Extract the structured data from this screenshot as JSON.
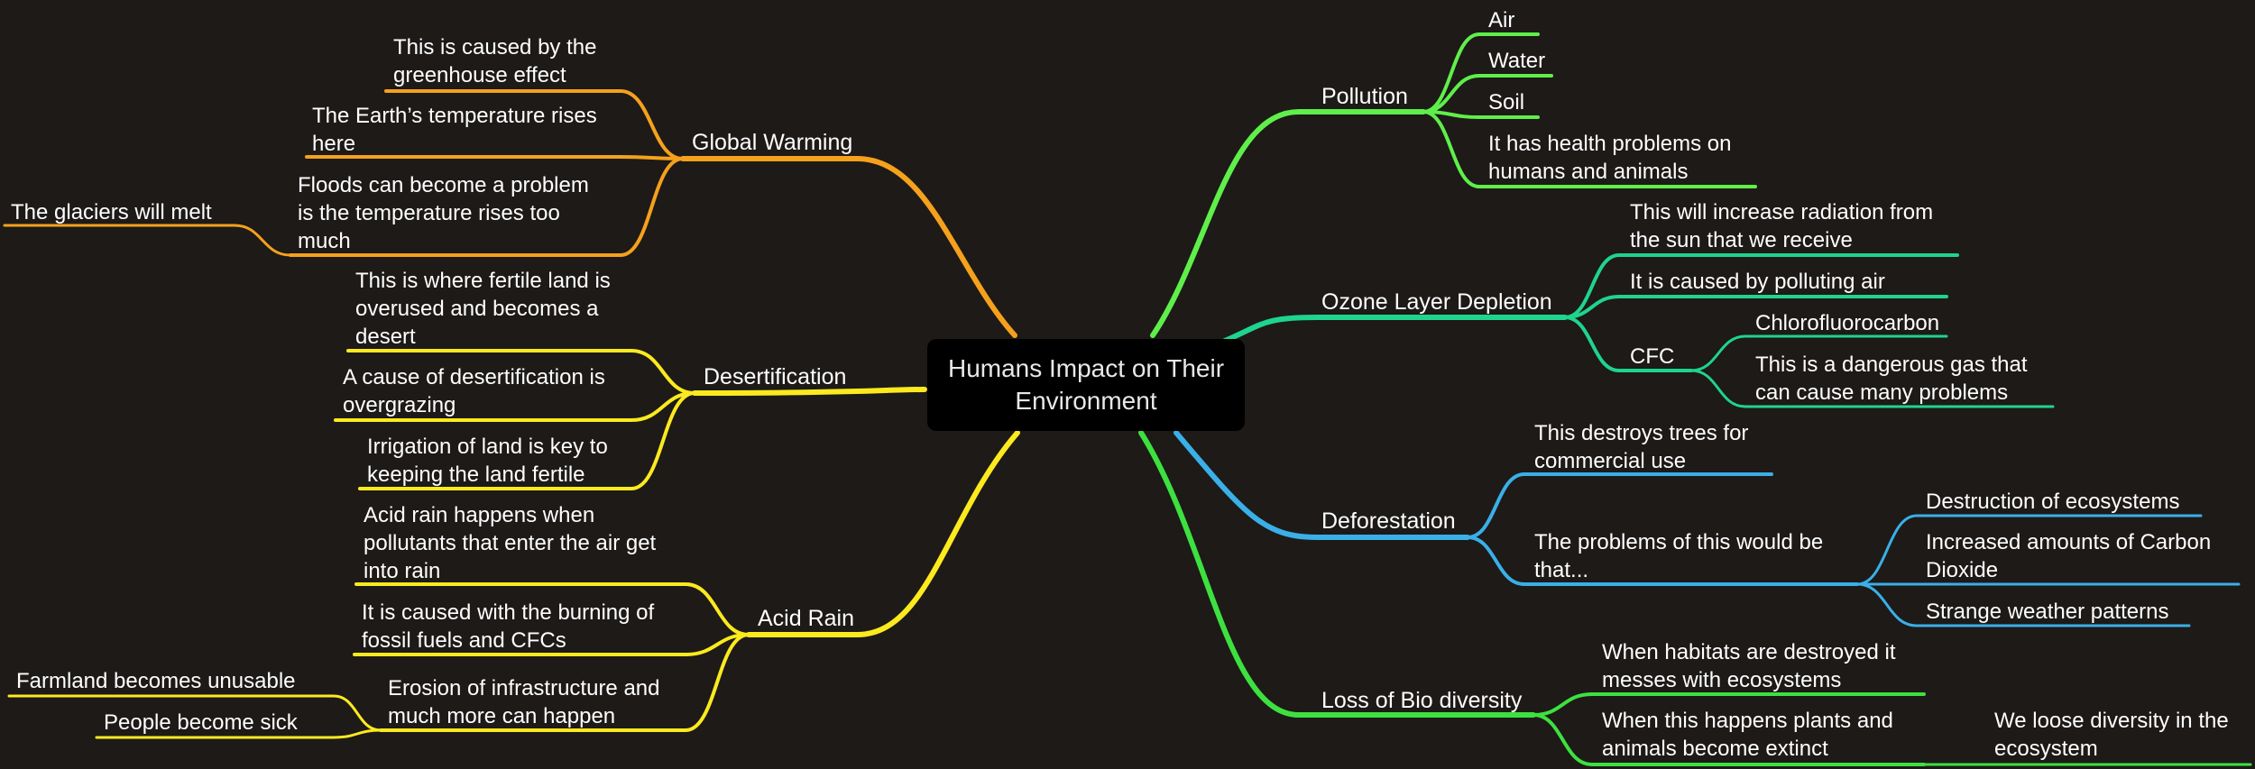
{
  "central_topic": "Humans Impact on Their\nEnvironment",
  "colors": {
    "background": "#1d1a18",
    "central_box": "#000000",
    "global_warming": "#f5a11c",
    "desertification": "#fcea1e",
    "acid_rain": "#fcea1e",
    "pollution": "#5fef4a",
    "ozone": "#1fd48d",
    "deforestation": "#3aafe8",
    "biodiversity": "#3de13f"
  },
  "branches": {
    "global_warming": {
      "label": "Global Warming",
      "children": [
        "This is caused by the\ngreenhouse effect",
        "The Earth’s temperature rises\nhere",
        "Floods can become a problem\nis the temperature rises too\nmuch"
      ],
      "grandchild": "The glaciers will melt"
    },
    "desertification": {
      "label": "Desertification",
      "children": [
        "This is where fertile land is\noverused and becomes a\ndesert",
        "A cause of desertification is\novergrazing",
        "Irrigation of land is key to\nkeeping the land fertile"
      ]
    },
    "acid_rain": {
      "label": "Acid Rain",
      "children": [
        "Acid rain happens when\npollutants that enter the air get\ninto rain",
        "It is caused with the burning of\nfossil fuels and CFCs",
        "Erosion of infrastructure and\nmuch more can happen"
      ],
      "grandchildren": [
        "Farmland becomes unusable",
        "People become sick"
      ]
    },
    "pollution": {
      "label": "Pollution",
      "children": [
        "Air",
        "Water",
        "Soil",
        "It has health problems on\nhumans and animals"
      ]
    },
    "ozone": {
      "label": "Ozone Layer Depletion",
      "children": [
        "This will increase radiation from\nthe sun that we receive",
        "It is caused by polluting air",
        "CFC"
      ],
      "cfc_children": [
        "Chlorofluorocarbon",
        "This is a dangerous gas that\ncan cause many problems"
      ]
    },
    "deforestation": {
      "label": "Deforestation",
      "children": [
        "This destroys trees for\ncommercial use",
        "The problems of this would be\nthat..."
      ],
      "problems": [
        "Destruction of ecosystems",
        "Increased amounts of Carbon\nDioxide",
        "Strange weather patterns"
      ]
    },
    "biodiversity": {
      "label": "Loss of Bio diversity",
      "children": [
        "When habitats are destroyed it\nmesses with ecosystems",
        "When this happens plants and\nanimals become extinct"
      ],
      "grandchild": "We loose diversity in the\necosystem"
    }
  }
}
